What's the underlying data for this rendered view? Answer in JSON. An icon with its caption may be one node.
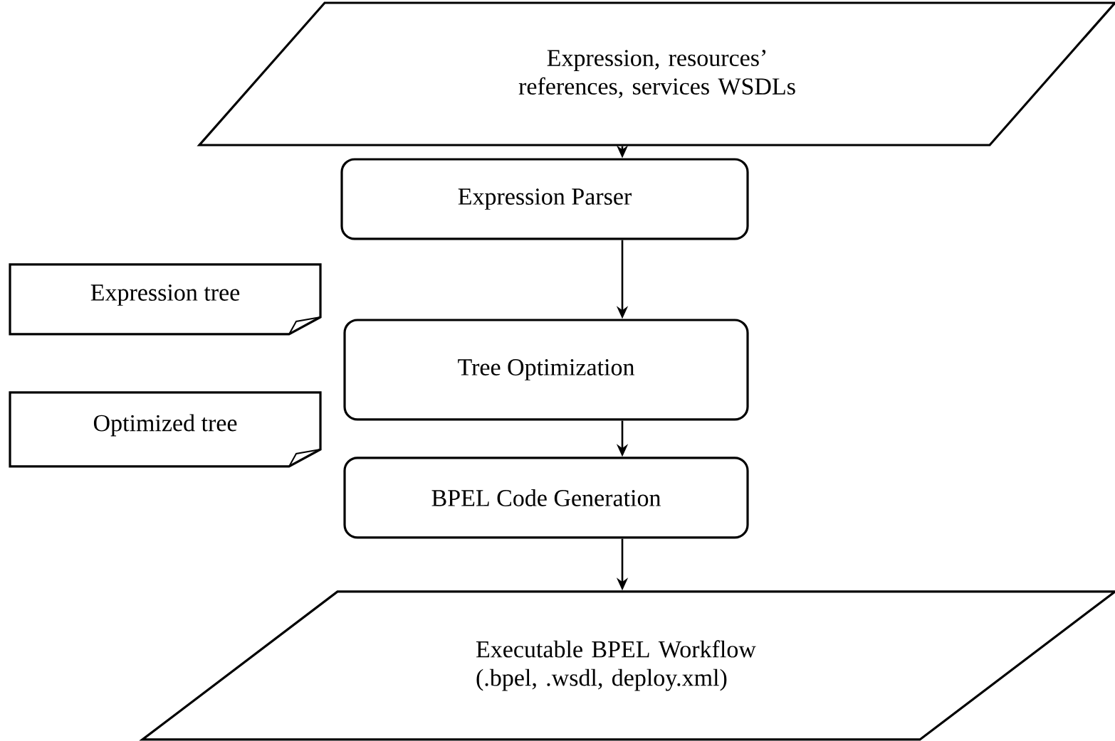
{
  "diagram": {
    "nodes": [
      {
        "text": [
          "Expression, resources’ references, services WSDLs"
        ]
      },
      {
        "text": [
          "Expression Parser"
        ]
      },
      {
        "text": [
          "Expression tree"
        ]
      },
      {
        "text": [
          "Tree Optimization"
        ]
      },
      {
        "text": [
          "Optimized tree"
        ]
      },
      {
        "text": [
          "BPEL Code Generation"
        ]
      },
      {
        "text": [
          "Executable BPEL Workflow (.bpel, .wsdl, deploy.xml)"
        ]
      }
    ],
    "edges": [
      {
        "from": 0,
        "to": 1,
        "arrow": "to"
      },
      {
        "from": 1,
        "to": 3,
        "arrow": "to"
      },
      {
        "from": 3,
        "to": 5,
        "arrow": "to"
      },
      {
        "from": 5,
        "to": 6,
        "arrow": "to"
      }
    ]
  }
}
